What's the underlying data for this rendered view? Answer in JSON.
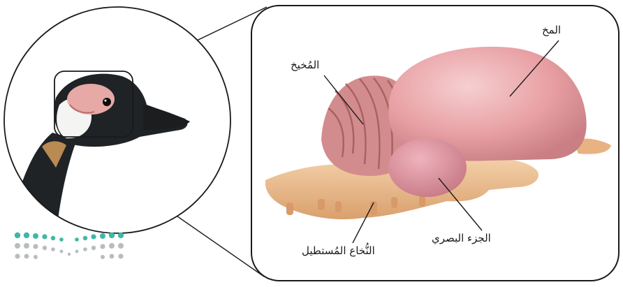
{
  "labels": {
    "cerebrum": "المخ",
    "cerebellum": "المُخيخ",
    "optic_lobe": "الجزء البصري",
    "medulla_oblongata": "النُّخاع المُستطيل"
  },
  "colors": {
    "outline": "#1a1a1a",
    "brain_pink": "#e8a0a4",
    "brain_pink_light": "#f2bfc1",
    "cerebellum": "#d38c8e",
    "brainstem": "#eab787",
    "goose_black": "#1f2326",
    "goose_white": "#f4f4f2",
    "beak": "#1b1d1f",
    "logo_teal": "#3fb7a8",
    "logo_gray": "#b9bcbe"
  },
  "icons": {
    "logo": "ministry-dots-logo"
  }
}
